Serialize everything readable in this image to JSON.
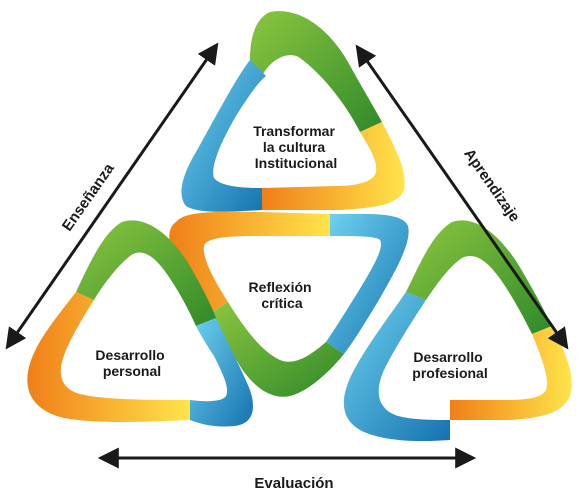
{
  "diagram": {
    "nodes": [
      {
        "id": "top",
        "lines": [
          "Transformar",
          "la cultura",
          "Institucional"
        ]
      },
      {
        "id": "center",
        "lines": [
          "Reflexión",
          "crítica"
        ]
      },
      {
        "id": "left",
        "lines": [
          "Desarrollo",
          "personal"
        ]
      },
      {
        "id": "right",
        "lines": [
          "Desarrollo",
          "profesional"
        ]
      }
    ],
    "edges": [
      {
        "id": "left-edge",
        "label": "Enseñanza"
      },
      {
        "id": "right-edge",
        "label": "Aprendizaje"
      },
      {
        "id": "bottom-edge",
        "label": "Evaluación"
      }
    ],
    "colors": {
      "green": "#3e9a2f",
      "green_light": "#8cc63f",
      "blue": "#1f8fc6",
      "blue_light": "#5cc8e8",
      "orange": "#f39a1e",
      "yellow": "#ffe030",
      "arrow": "#1a1a1a"
    }
  }
}
